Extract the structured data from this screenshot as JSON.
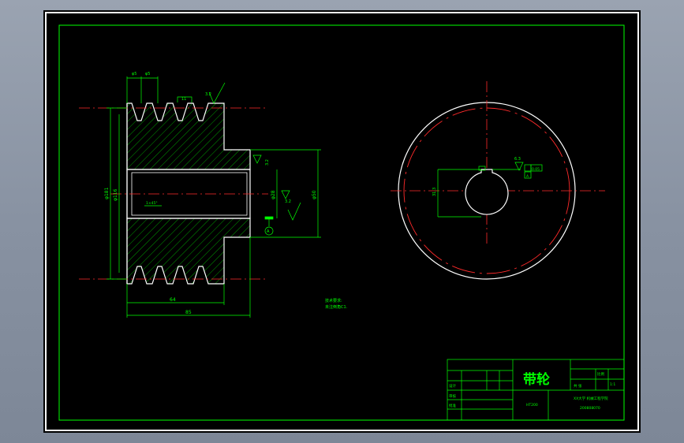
{
  "drawing": {
    "title": "带轮",
    "dimensions": {
      "top_width_1": "φ5",
      "top_width_2": "φ5",
      "groove_pitch": "11",
      "roughness_top": "3.2",
      "outer_diameter": "φ181",
      "inner_diameter": "φ116",
      "bore_diameter": "φ28",
      "hub_diameter": "φ50",
      "groove_span": "64",
      "total_width": "85",
      "chamfer": "1×45°",
      "roughness_hub": "3.2",
      "roughness_bore": "3.2",
      "tolerance_right": "6.3",
      "keyway_depth": "31.3",
      "keyway_tol": "0.05",
      "datum": "A"
    },
    "notes": [
      "技术要求:",
      "未注倒角C1."
    ],
    "title_block": {
      "label_design": "设计",
      "label_check": "审核",
      "label_approve": "批准",
      "label_scale": "比例",
      "label_sheet": "共 张",
      "material": "HT200",
      "scale_value": "1:1",
      "company": "XX大学 机械工程学院",
      "code": "200808070"
    }
  },
  "colors": {
    "green": "#00ff00",
    "white": "#ffffff",
    "red": "#ff2a2a",
    "frame": "#ffffff",
    "background": "#000000"
  }
}
